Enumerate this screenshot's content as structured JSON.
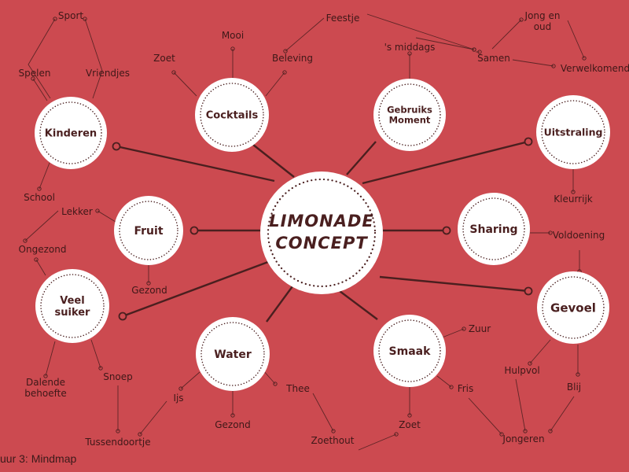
{
  "colors": {
    "background": "#cc4a50",
    "line": "#4a1f1f",
    "node_fill": "#ffffff",
    "text": "#4a1f1f",
    "label": "#3e1818"
  },
  "center": {
    "line1": "LIMONADE",
    "line2": "CONCEPT"
  },
  "nodes": [
    {
      "id": "kinderen",
      "lines": [
        "Kinderen"
      ]
    },
    {
      "id": "cocktails",
      "lines": [
        "Cocktails"
      ]
    },
    {
      "id": "gebruiks-moment",
      "lines": [
        "Gebruiks",
        "Moment"
      ]
    },
    {
      "id": "uitstraling",
      "lines": [
        "Uitstraling"
      ]
    },
    {
      "id": "fruit",
      "lines": [
        "Fruit"
      ]
    },
    {
      "id": "sharing",
      "lines": [
        "Sharing"
      ]
    },
    {
      "id": "veel-suiker",
      "lines": [
        "Veel",
        "suiker"
      ]
    },
    {
      "id": "gevoel",
      "lines": [
        "Gevoel"
      ]
    },
    {
      "id": "water",
      "lines": [
        "Water"
      ]
    },
    {
      "id": "smaak",
      "lines": [
        "Smaak"
      ]
    }
  ],
  "labels": [
    {
      "id": "sport",
      "text": "Sport"
    },
    {
      "id": "spelen",
      "text": "Spelen"
    },
    {
      "id": "vriendjes",
      "text": "Vriendjes"
    },
    {
      "id": "school",
      "text": "School"
    },
    {
      "id": "mooi",
      "text": "Mooi"
    },
    {
      "id": "zoet-cocktails",
      "text": "Zoet"
    },
    {
      "id": "beleving",
      "text": "Beleving"
    },
    {
      "id": "feestje",
      "text": "Feestje"
    },
    {
      "id": "s-middags",
      "text": "'s middags"
    },
    {
      "id": "samen",
      "text": "Samen"
    },
    {
      "id": "jong-en-oud",
      "text": "Jong en\noud"
    },
    {
      "id": "verwelkomend",
      "text": "Verwelkomend"
    },
    {
      "id": "kleurrijk",
      "text": "Kleurrijk"
    },
    {
      "id": "lekker",
      "text": "Lekker"
    },
    {
      "id": "ongezond",
      "text": "Ongezond"
    },
    {
      "id": "gezond-fruit",
      "text": "Gezond"
    },
    {
      "id": "voldoening",
      "text": "Voldoening"
    },
    {
      "id": "dalende-behoefte",
      "text": "Dalende\nbehoefte"
    },
    {
      "id": "snoep",
      "text": "Snoep"
    },
    {
      "id": "tussendoortje",
      "text": "Tussendoortje"
    },
    {
      "id": "ijs",
      "text": "Ijs"
    },
    {
      "id": "gezond-water",
      "text": "Gezond"
    },
    {
      "id": "thee",
      "text": "Thee"
    },
    {
      "id": "zoethout",
      "text": "Zoethout"
    },
    {
      "id": "zuur",
      "text": "Zuur"
    },
    {
      "id": "fris",
      "text": "Fris"
    },
    {
      "id": "zoet-smaak",
      "text": "Zoet"
    },
    {
      "id": "hulpvol",
      "text": "Hulpvol"
    },
    {
      "id": "blij",
      "text": "Blij"
    },
    {
      "id": "jongeren",
      "text": "Jongeren"
    }
  ],
  "caption": "uur 3: Mindmap"
}
